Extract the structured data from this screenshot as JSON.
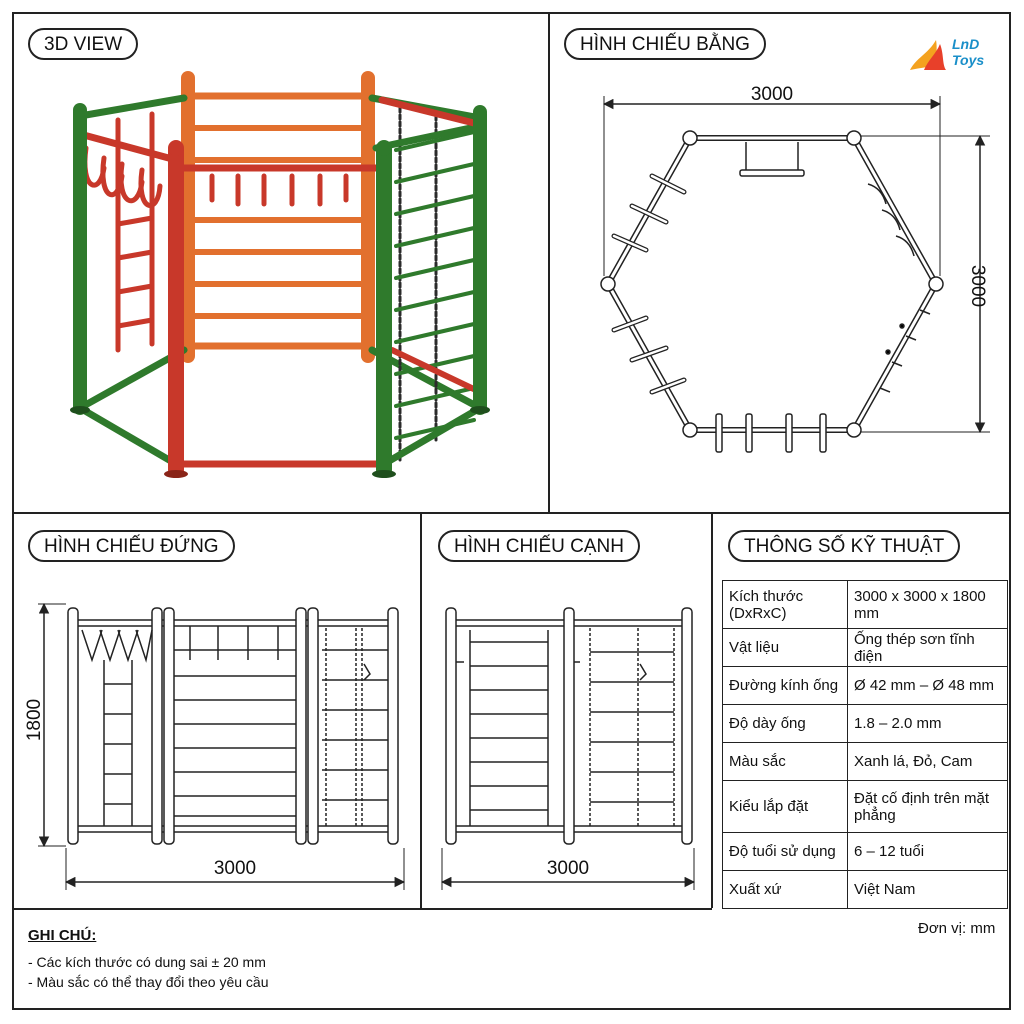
{
  "panels": {
    "view3d": "3D VIEW",
    "plan": "HÌNH CHIẾU BẰNG",
    "front": "HÌNH CHIẾU ĐỨNG",
    "side": "HÌNH CHIẾU CẠNH",
    "specs": "THÔNG SỐ KỸ THUẬT"
  },
  "logo": {
    "line1": "LnD",
    "line2": "Toys",
    "colors": [
      "#e8402a",
      "#f4a21f",
      "#1a8fc9"
    ]
  },
  "dimensions": {
    "plan_width": "3000",
    "plan_height": "3000",
    "front_height": "1800",
    "front_width": "3000",
    "side_width": "3000"
  },
  "specs": [
    {
      "label": "Kích thước (DxRxC)",
      "value": "3000 x 3000 x 1800 mm"
    },
    {
      "label": "Vật liệu",
      "value": "Ống thép sơn tĩnh điện"
    },
    {
      "label": "Đường kính ống",
      "value": "Ø 42 mm – Ø 48 mm"
    },
    {
      "label": "Độ dày ống",
      "value": "1.8 – 2.0 mm"
    },
    {
      "label": "Màu sắc",
      "value": "Xanh lá, Đỏ, Cam"
    },
    {
      "label": "Kiểu lắp đặt",
      "value": "Đặt cố định trên mặt phẳng"
    },
    {
      "label": "Độ tuổi sử dụng",
      "value": "6 – 12 tuổi"
    },
    {
      "label": "Xuất xứ",
      "value": "Việt Nam"
    }
  ],
  "unit": "Đơn vị: mm",
  "notes": {
    "heading": "GHI CHÚ:",
    "items": [
      "- Các kích thước có dung sai ± 20 mm",
      "- Màu sắc có thể thay đổi theo yêu cầu"
    ]
  },
  "colors": {
    "green": "#2f7a2c",
    "red": "#c8382a",
    "orange": "#e2702e",
    "line": "#222222"
  }
}
